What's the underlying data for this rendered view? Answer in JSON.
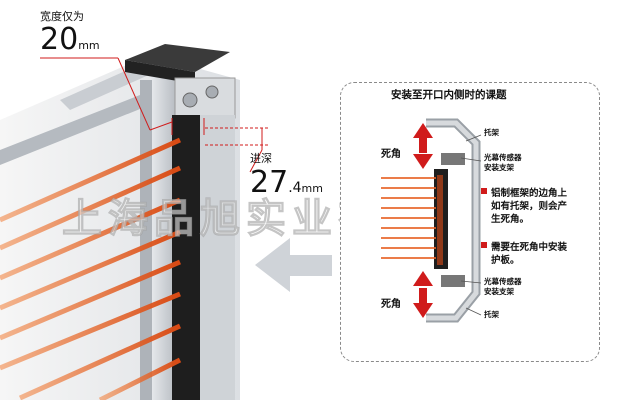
{
  "width_label": "宽度仅为",
  "width_value": "20",
  "width_unit": "mm",
  "depth_label": "进深",
  "depth_value_main": "27",
  "depth_value_sub": ".4",
  "depth_unit": "mm",
  "callout": {
    "title": "安装至开口内侧时的课题",
    "dead_zone_top": "死角",
    "dead_zone_bottom": "死角",
    "bracket_top": "托架",
    "sensor_mount_top_1": "光幕传感器",
    "sensor_mount_top_2": "安装支架",
    "note1_line1": "铝制框架的边角上",
    "note1_line2": "如有托架，则会产",
    "note1_line3": "生死角。",
    "note2_line1": "需要在死角中安装",
    "note2_line2": "护板。",
    "sensor_mount_bottom_1": "光幕传感器",
    "sensor_mount_bottom_2": "安装支架",
    "bracket_bottom": "托架"
  },
  "watermark": "上海品旭实业有限公司",
  "colors": {
    "beam": "#e8662a",
    "accent": "#d01b1b",
    "frame": "#c9cdd2",
    "arrow": "#cfd3d8"
  }
}
